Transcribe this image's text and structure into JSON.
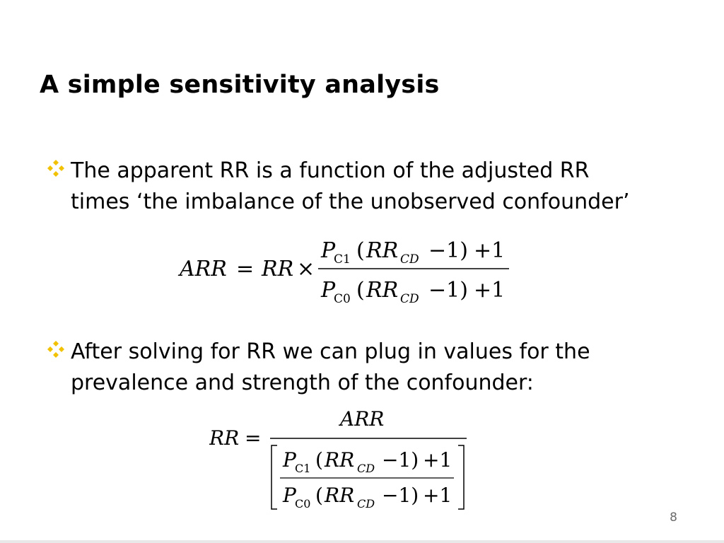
{
  "slide": {
    "title": "A simple sensitivity analysis",
    "page_number": "8",
    "accent_color": "#f2c200"
  },
  "bullets": [
    {
      "icon": "four-diamond-bullet-icon",
      "lines": [
        "The apparent RR is a function of the adjusted RR",
        "times ‘the imbalance of the unobserved confounder’"
      ]
    },
    {
      "icon": "four-diamond-bullet-icon",
      "lines": [
        "After solving for RR we can plug in values for the",
        "prevalence and strength of the confounder:"
      ]
    }
  ],
  "equations": {
    "eq1": {
      "lhs": "ARR",
      "equals": "=",
      "rr": "RR",
      "times": "×",
      "p": "P",
      "sub_c1": "C1",
      "sub_c0": "C0",
      "open_paren": "(",
      "rr_cd": "RR",
      "sub_cd": "CD",
      "minus_one_close": "−1)",
      "plus_one": "+1"
    },
    "eq2": {
      "lhs": "RR",
      "equals": "=",
      "numerator": "ARR",
      "p": "P",
      "sub_c1": "C1",
      "sub_c0": "C0",
      "open_paren": "(",
      "rr_cd": "RR",
      "sub_cd": "CD",
      "minus_one_close": "−1)",
      "plus_one": "+1"
    }
  }
}
